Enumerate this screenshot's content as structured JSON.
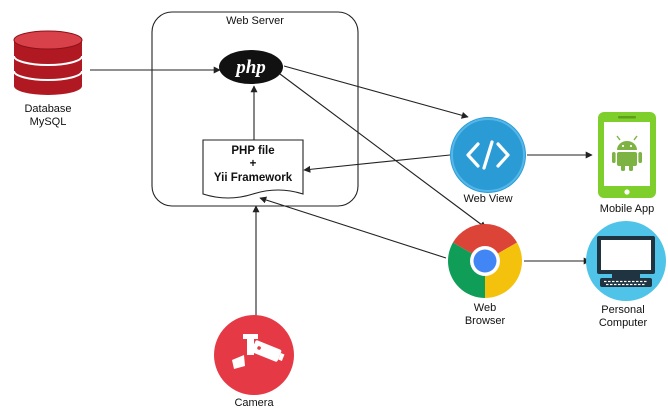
{
  "web_server": {
    "title": "Web Server"
  },
  "php": {
    "logo_text": "php"
  },
  "php_file": {
    "line1": "PHP file",
    "line2": "+",
    "line3": "Yii Framework"
  },
  "database": {
    "line1": "Database",
    "line2": "MySQL",
    "icon": "database-icon"
  },
  "web_view": {
    "label": "Web View",
    "icon": "code-brackets-icon"
  },
  "mobile_app": {
    "label": "Mobile App",
    "icon": "android-phone-icon"
  },
  "web_browser": {
    "line1": "Web",
    "line2": "Browser",
    "icon": "chrome-icon"
  },
  "personal_computer": {
    "line1": "Personal",
    "line2": "Computer",
    "icon": "computer-monitor-icon"
  },
  "camera": {
    "label": "Camera",
    "icon": "cctv-camera-icon"
  },
  "colors": {
    "database": "#b01822",
    "php_logo": "#111111",
    "web_view": "#2b9bd6",
    "mobile_app": "#7fcf2c",
    "android": "#7cb342",
    "chrome_red": "#db4437",
    "chrome_yellow": "#f4c20d",
    "chrome_green": "#0f9d58",
    "chrome_blue": "#4285f4",
    "computer": "#4fc3e8",
    "camera": "#e53946"
  }
}
